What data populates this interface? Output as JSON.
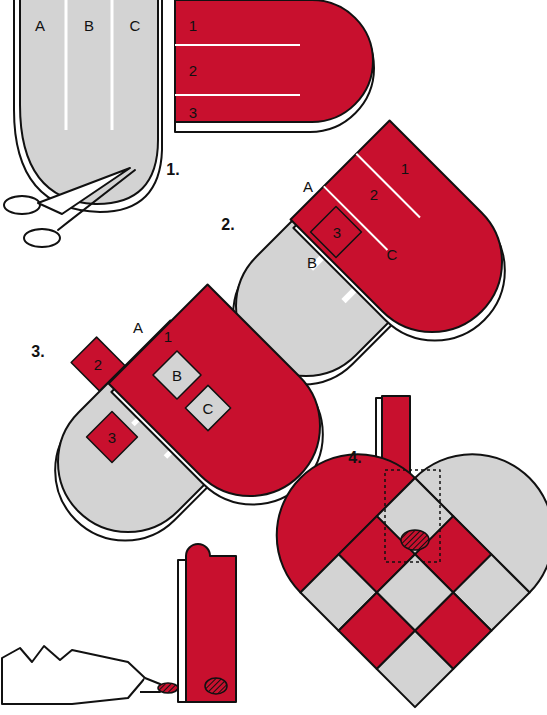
{
  "diagram": {
    "labels": [
      "A",
      "B",
      "C",
      "1",
      "2",
      "3",
      "1.",
      "2.",
      "A",
      "1",
      "2",
      "3",
      "B",
      "C",
      "3.",
      "A",
      "1",
      "2",
      "B",
      "C",
      "3",
      "4."
    ]
  }
}
